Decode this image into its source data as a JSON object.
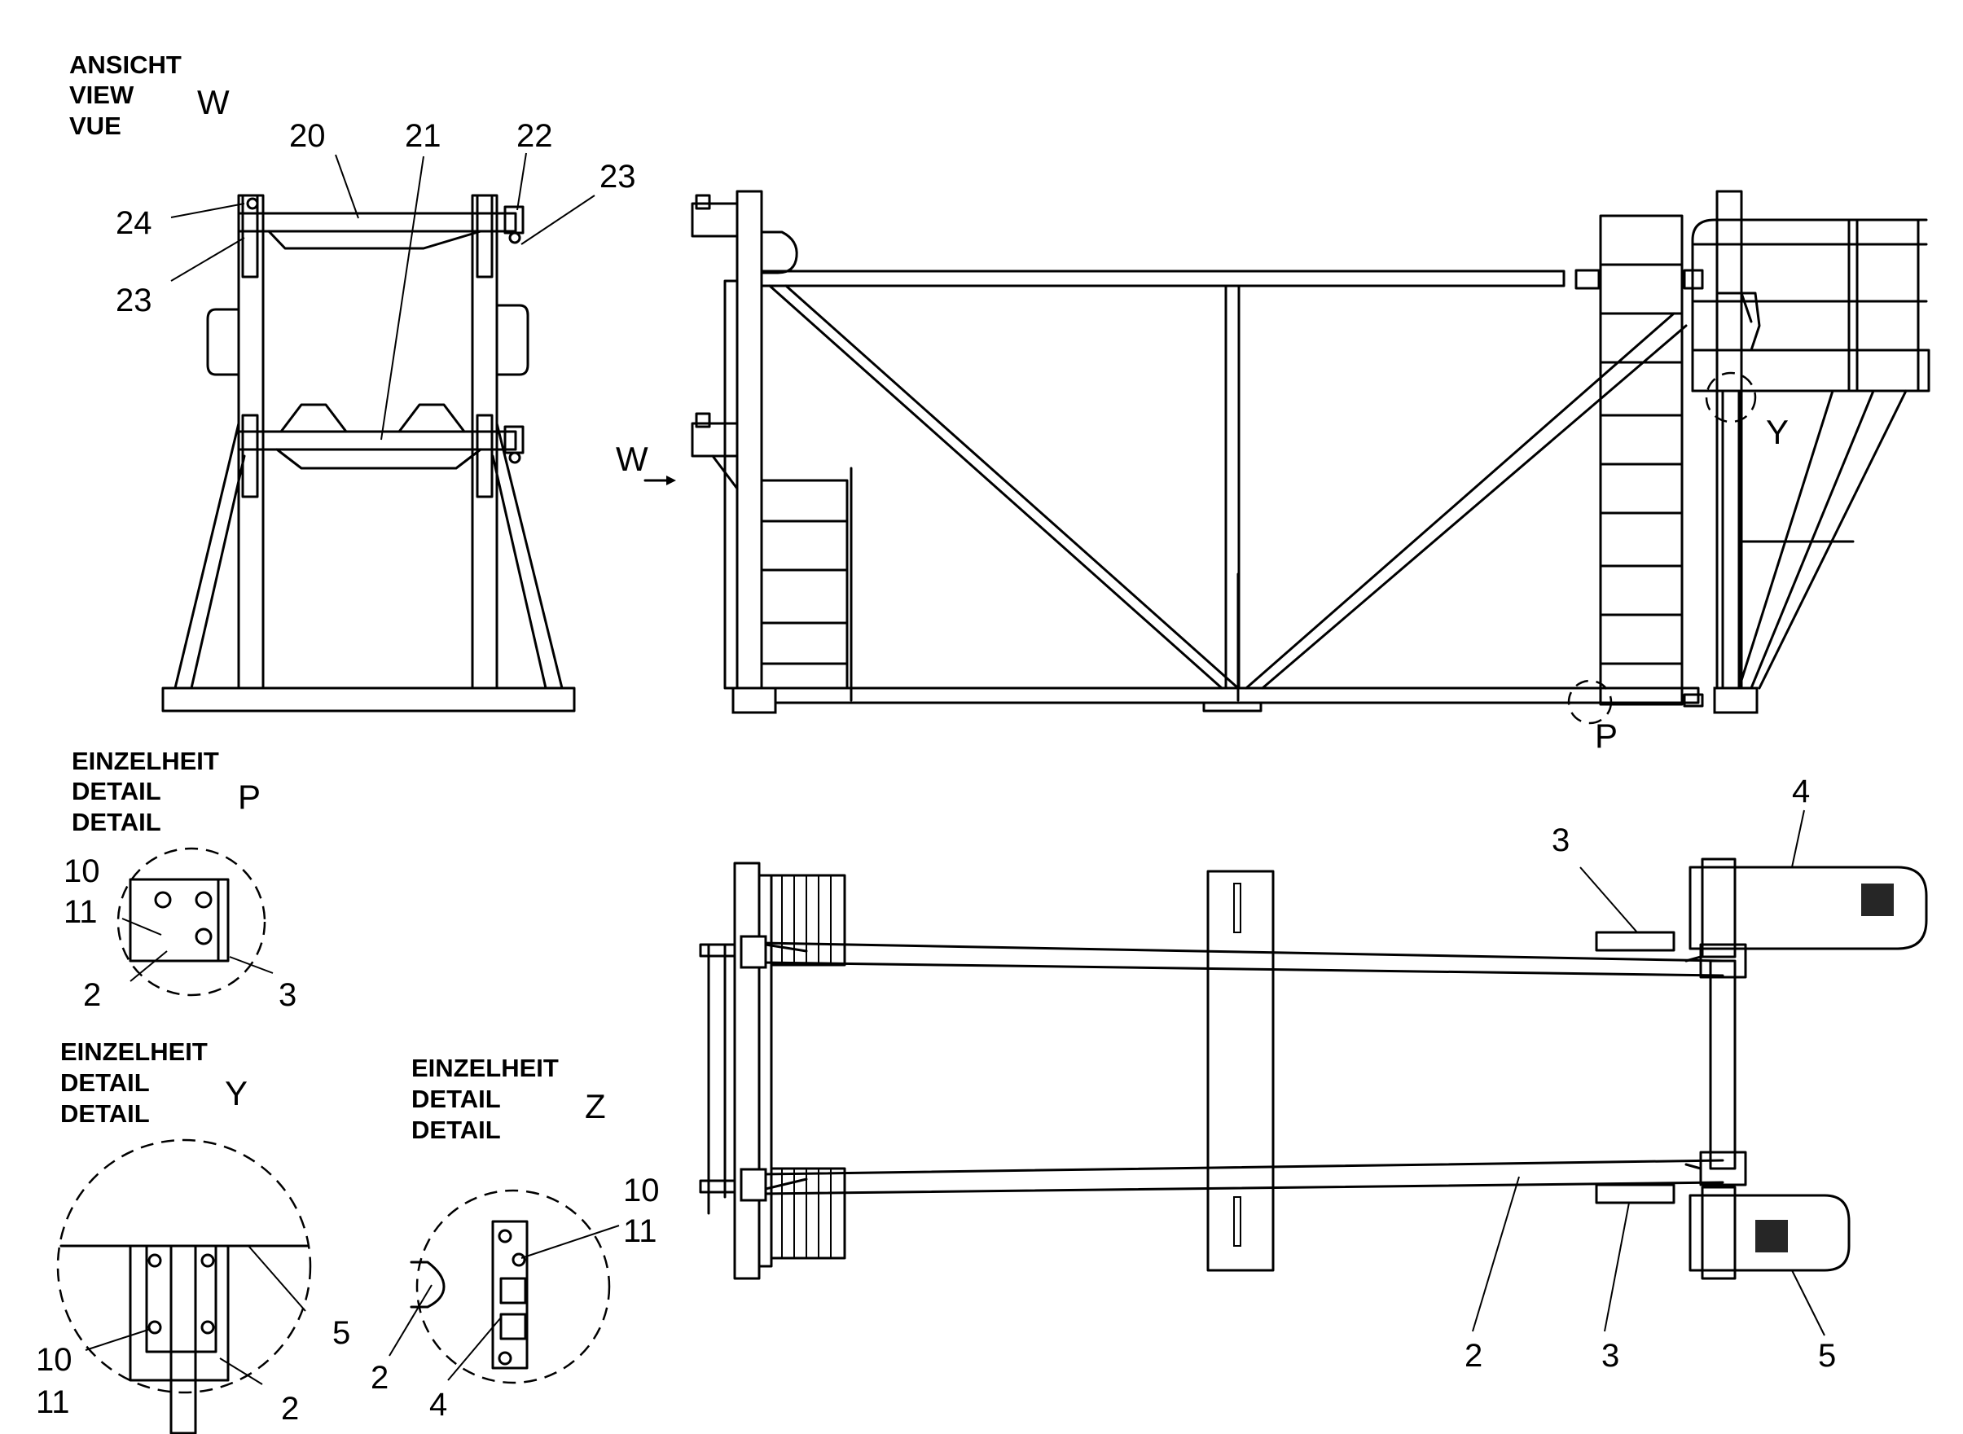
{
  "headers": {
    "view_w": [
      "ANSICHT",
      "VIEW",
      "VUE"
    ],
    "detail_p": [
      "EINZELHEIT",
      "DETAIL",
      "DETAIL"
    ],
    "detail_y": [
      "EINZELHEIT",
      "DETAIL",
      "DETAIL"
    ],
    "detail_z": [
      "EINZELHEIT",
      "DETAIL",
      "DETAIL"
    ]
  },
  "view_letters": {
    "w_title": "W",
    "w_arrow": "W",
    "p_title": "P",
    "p_marker": "P",
    "y_title": "Y",
    "y_marker": "Y",
    "z_title": "Z"
  },
  "callouts": {
    "view_w": [
      "20",
      "21",
      "22",
      "23",
      "24",
      "23"
    ],
    "detail_p": [
      "10",
      "11",
      "2",
      "3"
    ],
    "detail_y": [
      "10",
      "11",
      "5",
      "2"
    ],
    "detail_z": [
      "10",
      "11",
      "2",
      "4"
    ],
    "plan": [
      "3",
      "4",
      "2",
      "3",
      "5"
    ]
  }
}
